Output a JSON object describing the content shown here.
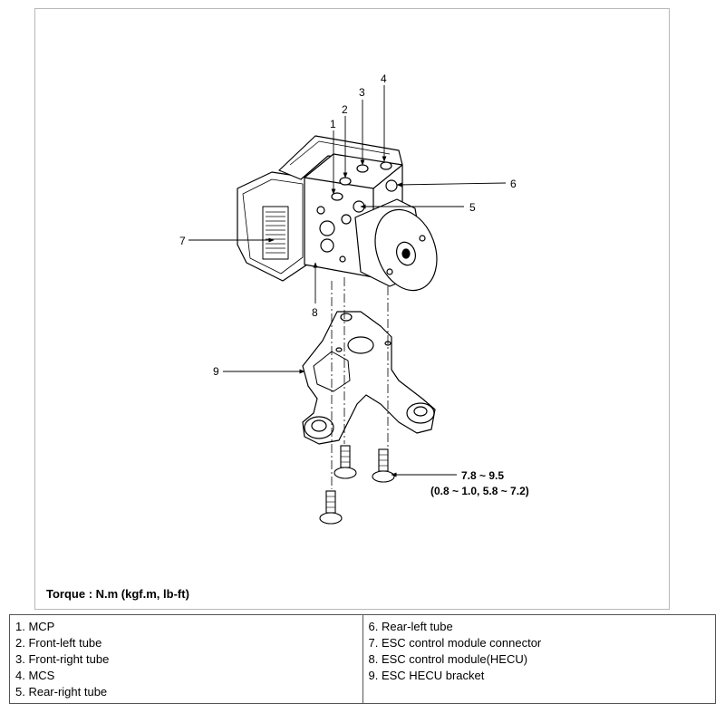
{
  "callouts": [
    "1",
    "2",
    "3",
    "4",
    "5",
    "6",
    "7",
    "8",
    "9"
  ],
  "torque_spec": {
    "nm": "7.8 ~ 9.5",
    "alt": "(0.8 ~ 1.0, 5.8 ~ 7.2)"
  },
  "torque_note": "Torque : N.m (kgf.m, lb-ft)",
  "legend": {
    "left": [
      "1. MCP",
      "2. Front-left tube",
      "3. Front-right tube",
      "4. MCS",
      "5. Rear-right tube"
    ],
    "right": [
      "6. Rear-left tube",
      "7. ESC control module connector",
      "8. ESC control module(HECU)",
      "9. ESC HECU bracket"
    ]
  }
}
